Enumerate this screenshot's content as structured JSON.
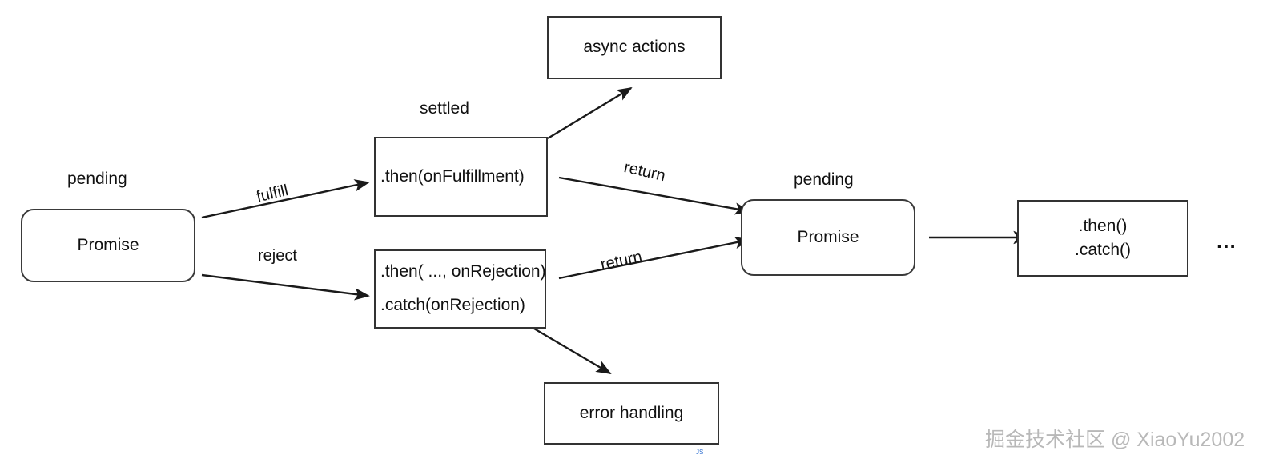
{
  "diagram": {
    "title": "JavaScript Promise lifecycle flow diagram",
    "background_color": "#ffffff",
    "stroke_color": "#333333",
    "text_color": "#111111",
    "nodes": [
      {
        "id": "promise_pending_1",
        "caption": "pending",
        "label": "Promise",
        "shape": "rounded-rect"
      },
      {
        "id": "then_fulfillment",
        "caption": "settled",
        "label": ".then(onFulfillment)",
        "shape": "rect"
      },
      {
        "id": "then_rejection",
        "label_line_1": ".then( ..., onRejection)",
        "label_line_2": ".catch(onRejection)",
        "shape": "rect"
      },
      {
        "id": "async_actions",
        "label": "async actions",
        "shape": "rect"
      },
      {
        "id": "error_handling",
        "label": "error handling",
        "shape": "rect"
      },
      {
        "id": "promise_pending_2",
        "caption": "pending",
        "label": "Promise",
        "shape": "rounded-rect"
      },
      {
        "id": "then_catch",
        "label_line_1": ".then()",
        "label_line_2": ".catch()",
        "shape": "rect"
      }
    ],
    "edges": [
      {
        "id": "fulfill",
        "label": "fulfill",
        "from": "promise_pending_1",
        "to": "then_fulfillment"
      },
      {
        "id": "reject",
        "label": "reject",
        "from": "promise_pending_1",
        "to": "then_rejection"
      },
      {
        "id": "to_async",
        "label": "",
        "from": "then_fulfillment",
        "to": "async_actions"
      },
      {
        "id": "return_upper",
        "label": "return",
        "from": "then_fulfillment",
        "to": "promise_pending_2"
      },
      {
        "id": "return_lower",
        "label": "return",
        "from": "then_rejection",
        "to": "promise_pending_2"
      },
      {
        "id": "to_error",
        "label": "",
        "from": "then_rejection",
        "to": "error_handling"
      },
      {
        "id": "to_chain",
        "label": "",
        "from": "promise_pending_2",
        "to": "then_catch"
      }
    ],
    "continuation": "...",
    "watermark": "掘金技术社区 @ XiaoYu2002",
    "tiny_mark": "JS"
  }
}
